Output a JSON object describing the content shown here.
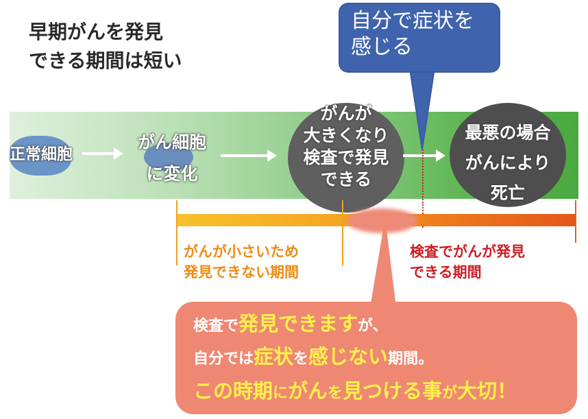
{
  "headline": {
    "line1": "早期がんを発見",
    "line2": "できる期間は短い"
  },
  "callout": {
    "line1": "自分で症状を",
    "line2": "感じる"
  },
  "stages": {
    "normal": {
      "line1": "正常細胞"
    },
    "change": {
      "line1": "がん細胞",
      "line2": "に変化"
    },
    "detect": {
      "line1": "がんが",
      "line2": "大きくなり",
      "line3": "検査で発見",
      "line4": "できる"
    },
    "death": {
      "line1": "最悪の場合",
      "line2": "がんにより",
      "line3": "死亡"
    }
  },
  "periods": {
    "undetectable": {
      "line1": "がんが小さいため",
      "line2": "発見できない期間"
    },
    "detectable": {
      "line1": "検査でがんが発見",
      "line2": "できる期間"
    }
  },
  "message": {
    "line1": {
      "p1": "検査で",
      "h1": "発見できます",
      "p2": "が、"
    },
    "line2": {
      "p1": "自分では",
      "h1": "症状",
      "p2": "を",
      "h2": "感じない",
      "p3": "期間。"
    },
    "line3": {
      "h1": "この時期",
      "s1": "に",
      "h2": "がん",
      "s2": "を",
      "h3": "見つける事",
      "s3": "が",
      "h4": "大切！"
    }
  },
  "colors": {
    "callout": "#3f64ad",
    "band_start": "#dff0dc",
    "band_end": "#4aa93f",
    "timeline_start": "#f7c12c",
    "timeline_end": "#e4581a",
    "undetectable_text": "#ef8a13",
    "detectable_text": "#d01c23",
    "message_box": "#ee8873",
    "message_highlight": "#fff04a"
  }
}
